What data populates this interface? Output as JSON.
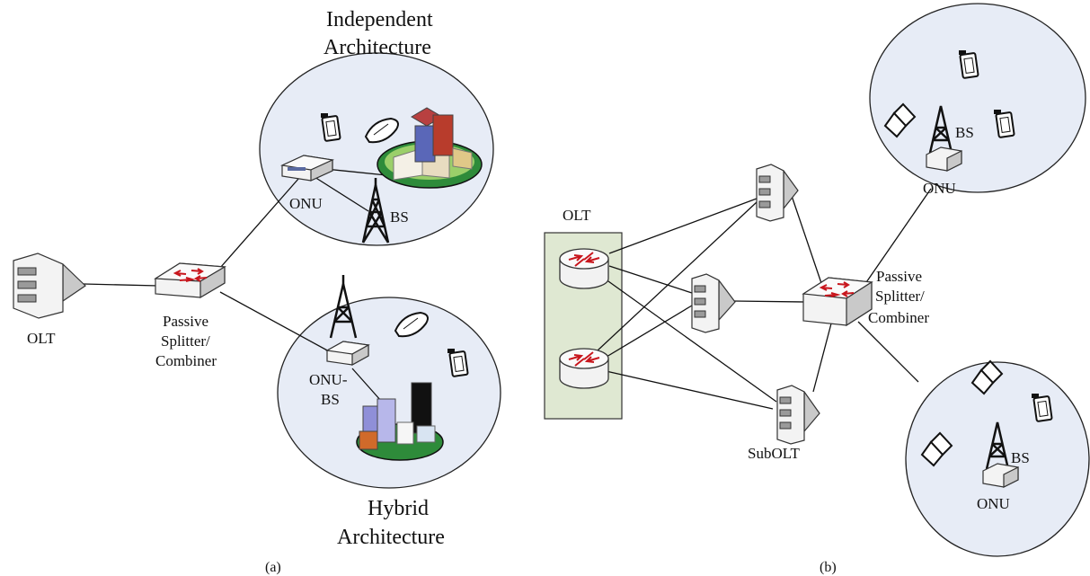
{
  "panel_a": {
    "olt_label": "OLT",
    "splitter_label_1": "Passive",
    "splitter_label_2": "Splitter/",
    "splitter_label_3": "Combiner",
    "independent_title_1": "Independent",
    "independent_title_2": "Architecture",
    "onu_label": "ONU",
    "bs_label": "BS",
    "hybrid_title_1": "Hybrid",
    "hybrid_title_2": "Architecture",
    "onu_bs_label_1": "ONU-",
    "onu_bs_label_2": "BS",
    "caption": "(a)"
  },
  "panel_b": {
    "olt_label": "OLT",
    "splitter_label_1": "Passive",
    "splitter_label_2": "Splitter/",
    "splitter_label_3": "Combiner",
    "subolt_label": "SubOLT",
    "top_bs_label": "BS",
    "top_onu_label": "ONU",
    "bottom_bs_label": "BS",
    "bottom_onu_label": "ONU",
    "caption": "(b)"
  },
  "colors": {
    "zone_fill": "#e7ecf6",
    "olt_box_fill": "#dfe8d2",
    "arrow_red": "#c8161d",
    "ground_green": "#2e8b3a"
  }
}
